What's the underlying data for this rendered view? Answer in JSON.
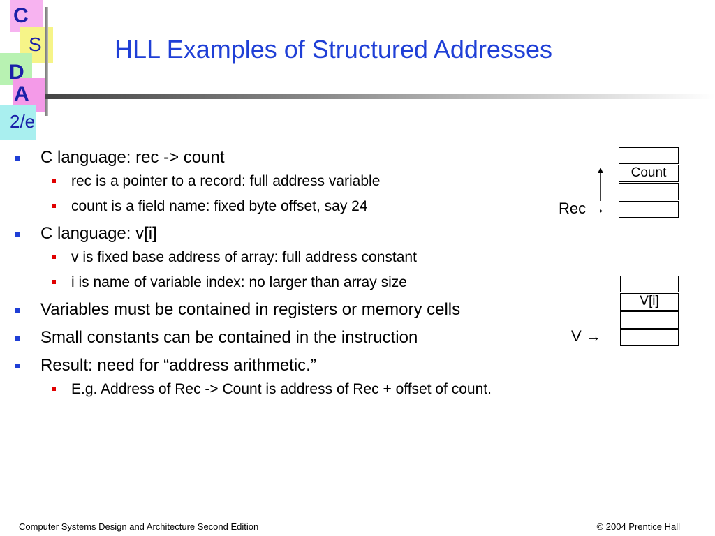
{
  "logo": {
    "letters": [
      "C",
      "S",
      "D",
      "A"
    ],
    "edition": "2/e"
  },
  "title": "HLL Examples of Structured Addresses",
  "bullets": [
    {
      "text": "C language:  rec -> count",
      "sub": [
        "rec is a pointer to a record: full address variable",
        "count is a field name: fixed byte offset, say 24"
      ]
    },
    {
      "text": "C language:  v[i]",
      "sub": [
        "v is fixed base address of array: full address constant",
        "i is name of variable index: no larger than array size"
      ]
    },
    {
      "text": "Variables must be contained in registers or memory cells",
      "sub": []
    },
    {
      "text": "Small constants can be contained in  the instruction",
      "sub": []
    },
    {
      "text": "Result: need for “address arithmetic.”",
      "sub": [
        "E.g. Address of Rec -> Count is address of Rec + offset of count."
      ]
    }
  ],
  "diagram_record": {
    "cells": [
      "",
      "Count",
      "",
      ""
    ],
    "pointer_label": "Rec →"
  },
  "diagram_array": {
    "cells": [
      "",
      "V[i]",
      "",
      ""
    ],
    "pointer_label": "V →"
  },
  "footer": {
    "left": "Computer Systems Design and Architecture Second Edition",
    "right": "© 2004 Prentice Hall"
  }
}
